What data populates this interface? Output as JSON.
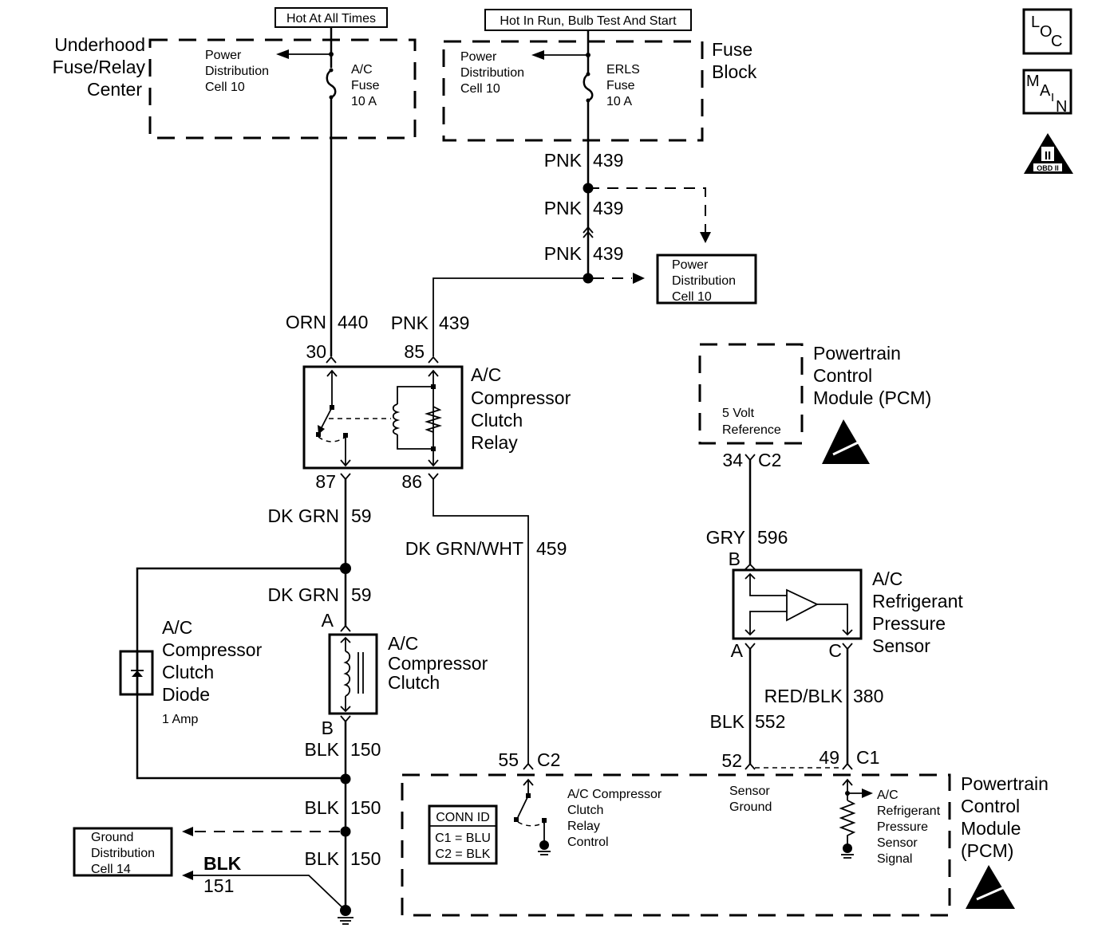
{
  "diagram": {
    "title_components": {
      "underhood_center": [
        "Underhood",
        "Fuse/Relay",
        "Center"
      ],
      "fuse_block": [
        "Fuse",
        "Block"
      ],
      "pcm_top": [
        "Powertrain",
        "Control",
        "Module (PCM)"
      ],
      "pcm_bottom": [
        "Powertrain",
        "Control",
        "Module",
        "(PCM)"
      ],
      "relay": [
        "A/C",
        "Compressor",
        "Clutch",
        "Relay"
      ],
      "diode": [
        "A/C",
        "Compressor",
        "Clutch",
        "Diode"
      ],
      "diode_rating": "1 Amp",
      "clutch": [
        "A/C",
        "Compressor",
        "Clutch"
      ],
      "sensor": [
        "A/C",
        "Refrigerant",
        "Pressure",
        "Sensor"
      ]
    },
    "power_tags": {
      "hot_at_all_times": "Hot At All Times",
      "hot_in_run": "Hot In Run, Bulb Test And Start"
    },
    "fuses": {
      "ac_fuse": [
        "A/C",
        "Fuse",
        "10 A"
      ],
      "erls_fuse": [
        "ERLS",
        "Fuse",
        "10 A"
      ]
    },
    "references": {
      "power_dist_left": [
        "Power",
        "Distribution",
        "Cell 10"
      ],
      "power_dist_mid": [
        "Power",
        "Distribution",
        "Cell 10"
      ],
      "power_dist_box": [
        "Power",
        "Distribution",
        "Cell 10"
      ],
      "ground_dist_box": [
        "Ground",
        "Distribution",
        "Cell 14"
      ]
    },
    "pcm_internal": {
      "five_volt_ref": [
        "5 Volt",
        "Reference"
      ],
      "relay_control": [
        "A/C Compressor",
        "Clutch",
        "Relay",
        "Control"
      ],
      "sensor_ground": [
        "Sensor",
        "Ground"
      ],
      "sensor_signal": [
        "A/C",
        "Refrigerant",
        "Pressure",
        "Sensor",
        "Signal"
      ]
    },
    "conn_id": {
      "title": "CONN ID",
      "c1": "C1 = BLU",
      "c2": "C2 = BLK"
    },
    "wires": {
      "pnk439_a": {
        "color": "PNK",
        "circuit": "439"
      },
      "pnk439_b": {
        "color": "PNK",
        "circuit": "439"
      },
      "pnk439_c": {
        "color": "PNK",
        "circuit": "439"
      },
      "orn440": {
        "color": "ORN",
        "circuit": "440"
      },
      "pnk439_d": {
        "color": "PNK",
        "circuit": "439"
      },
      "dkgrn59_a": {
        "color": "DK GRN",
        "circuit": "59"
      },
      "dkgrn59_b": {
        "color": "DK GRN",
        "circuit": "59"
      },
      "dkgrnwht459": {
        "color": "DK GRN/WHT",
        "circuit": "459"
      },
      "blk150_a": {
        "color": "BLK",
        "circuit": "150"
      },
      "blk150_b": {
        "color": "BLK",
        "circuit": "150"
      },
      "blk150_c": {
        "color": "BLK",
        "circuit": "150"
      },
      "blk151": {
        "color": "BLK",
        "circuit": "151"
      },
      "gry596": {
        "color": "GRY",
        "circuit": "596"
      },
      "blk552": {
        "color": "BLK",
        "circuit": "552"
      },
      "redblk380": {
        "color": "RED/BLK",
        "circuit": "380"
      }
    },
    "pins": {
      "relay_30": "30",
      "relay_85": "85",
      "relay_87": "87",
      "relay_86": "86",
      "clutch_a": "A",
      "clutch_b": "B",
      "pcm_34": "34",
      "pcm_34_conn": "C2",
      "sensor_b": "B",
      "sensor_a": "A",
      "sensor_c": "C",
      "pcm_55": "55",
      "pcm_55_conn": "C2",
      "pcm_52": "52",
      "pcm_49": "49",
      "pcm_49_conn": "C1"
    },
    "badges": {
      "loc": [
        "L",
        "O",
        "C"
      ],
      "main": [
        "M",
        "A",
        "I",
        "N"
      ],
      "obd_numeral": "II",
      "obd_label": "OBD II"
    }
  }
}
